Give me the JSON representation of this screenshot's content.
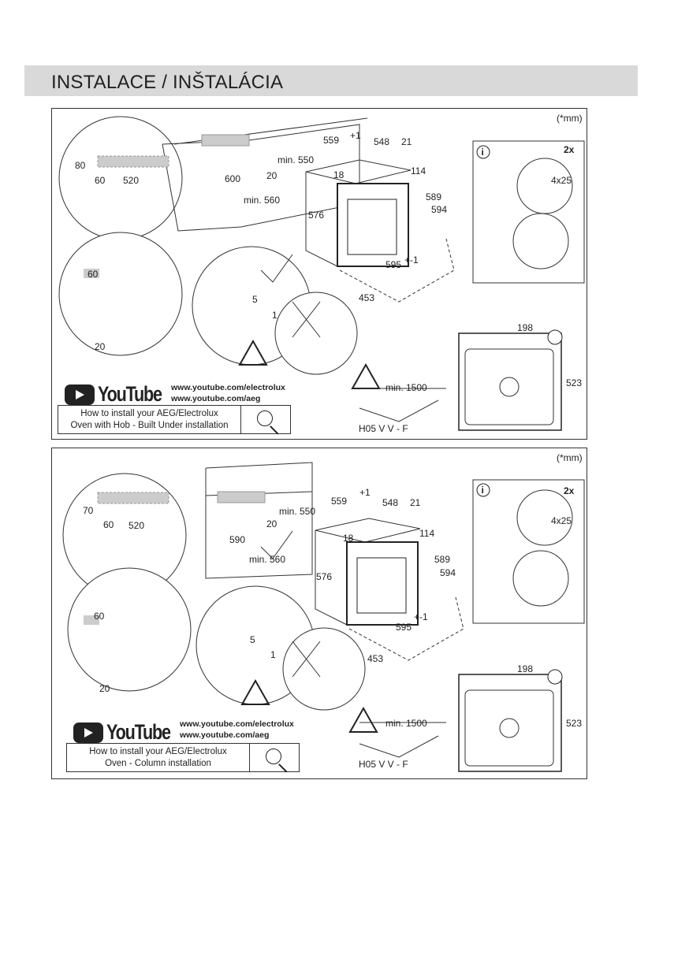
{
  "header": {
    "title": "INSTALACE / INŠTALÁCIA"
  },
  "panels": [
    {
      "id": "hob-built-under",
      "unit": "(*mm)",
      "multiplier": "2x",
      "screw": "4x25",
      "labels": {
        "a": "80",
        "b": "60",
        "c": "520",
        "d": "600",
        "e": "min. 550",
        "f": "20",
        "g": "min. 560",
        "h": "559",
        "hs": "+1",
        "i": "548",
        "j": "21",
        "k": "18",
        "l": "114",
        "m": "589",
        "n": "594",
        "o": "576",
        "p": "595",
        "ps": "+-1",
        "q": "453",
        "r": "5",
        "s": "1",
        "t": "60",
        "u": "20",
        "v": "198",
        "w": "523",
        "x": "min. 1500",
        "y": "H05 V V - F"
      },
      "youtube": "YouTube",
      "urls": [
        "www.youtube.com/electrolux",
        "www.youtube.com/aeg"
      ],
      "howto": [
        "How to install your AEG/Electrolux",
        "Oven with Hob - Built Under installation"
      ]
    },
    {
      "id": "column",
      "unit": "(*mm)",
      "multiplier": "2x",
      "screw": "4x25",
      "labels": {
        "a": "70",
        "b": "60",
        "c": "520",
        "d": "590",
        "e": "min. 550",
        "f": "20",
        "g": "min. 560",
        "h": "559",
        "hs": "+1",
        "i": "548",
        "j": "21",
        "k": "18",
        "l": "114",
        "m": "589",
        "n": "594",
        "o": "576",
        "p": "595",
        "ps": "+-1",
        "q": "453",
        "r": "5",
        "s": "1",
        "t": "60",
        "u": "20",
        "v": "198",
        "w": "523",
        "x": "min. 1500",
        "y": "H05 V V - F"
      },
      "youtube": "YouTube",
      "urls": [
        "www.youtube.com/electrolux",
        "www.youtube.com/aeg"
      ],
      "howto": [
        "How to install your AEG/Electrolux",
        "Oven - Column installation"
      ]
    }
  ]
}
